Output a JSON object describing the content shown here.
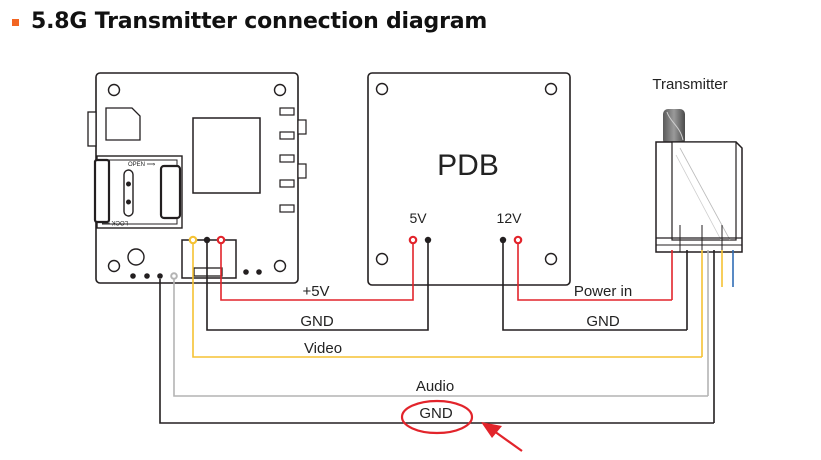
{
  "title": "5.8G Transmitter connection diagram",
  "labels": {
    "transmitter": "Transmitter",
    "pdb": "PDB",
    "pdb_5v": "5V",
    "pdb_12v": "12V",
    "wire_5v": "+5V",
    "wire_gnd_top": "GND",
    "wire_video": "Video",
    "wire_power_in": "Power in",
    "wire_gnd_power": "GND",
    "wire_audio": "Audio",
    "wire_gnd_bottom": "GND",
    "card_open": "OPEN ⟹",
    "card_lock": "LOCK ⟹"
  },
  "colors": {
    "accent": "#f26522",
    "red_wire": "#e2242b",
    "black_wire": "#231f20",
    "yellow_wire": "#f5c233",
    "gray_wire": "#b4b4b4",
    "blue_wire": "#2f6cb5",
    "highlight": "#e2242b"
  }
}
